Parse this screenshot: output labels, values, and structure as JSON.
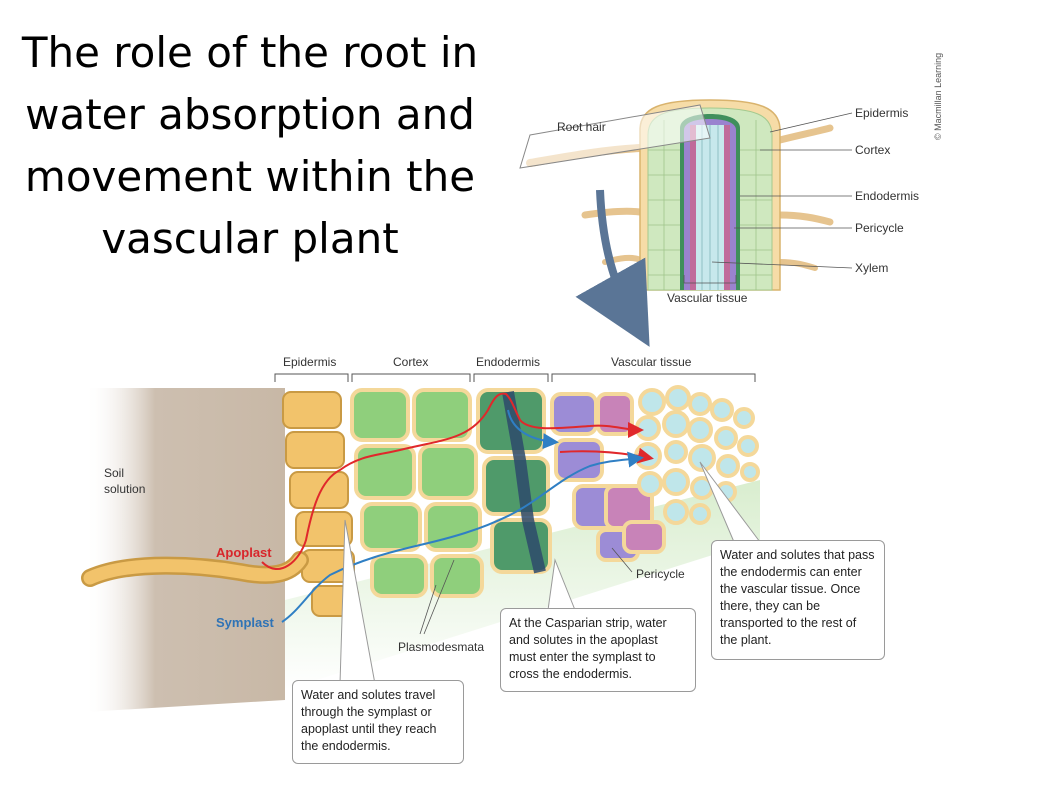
{
  "title": {
    "line1": "The role of the root in",
    "line2": "water absorption and",
    "line3": "movement within the",
    "line4": "vascular plant"
  },
  "credit": "© Macmillan Learning",
  "top_diagram": {
    "root_hair": "Root hair",
    "labels": [
      "Epidermis",
      "Cortex",
      "Endodermis",
      "Pericycle",
      "Xylem"
    ],
    "vascular_tissue": "Vascular tissue"
  },
  "bottom_diagram": {
    "header_labels": [
      "Epidermis",
      "Cortex",
      "Endodermis",
      "Vascular tissue"
    ],
    "soil_line1": "Soil",
    "soil_line2": "solution",
    "apoplast": "Apoplast",
    "symplast": "Symplast",
    "plasmodesmata": "Plasmodesmata",
    "pericycle": "Pericycle"
  },
  "callouts": {
    "symplast_apoplast": "Water and solutes travel through the symplast or apoplast until they reach the endodermis.",
    "casparian": "At the Casparian strip, water and solutes in the apoplast must enter the symplast to cross the endodermis.",
    "vascular": "Water and solutes that pass the endodermis can enter the vascular tissue. Once there, they can be transported to the rest of the plant."
  },
  "colors": {
    "epidermis": "#f2c36b",
    "cortex": "#8fcf7c",
    "endodermis": "#4f9a6a",
    "pericycle": "#9c8cd6",
    "xylem": "#bfe6ea",
    "apoplast": "#e0282b",
    "symplast": "#2f7fc4"
  }
}
